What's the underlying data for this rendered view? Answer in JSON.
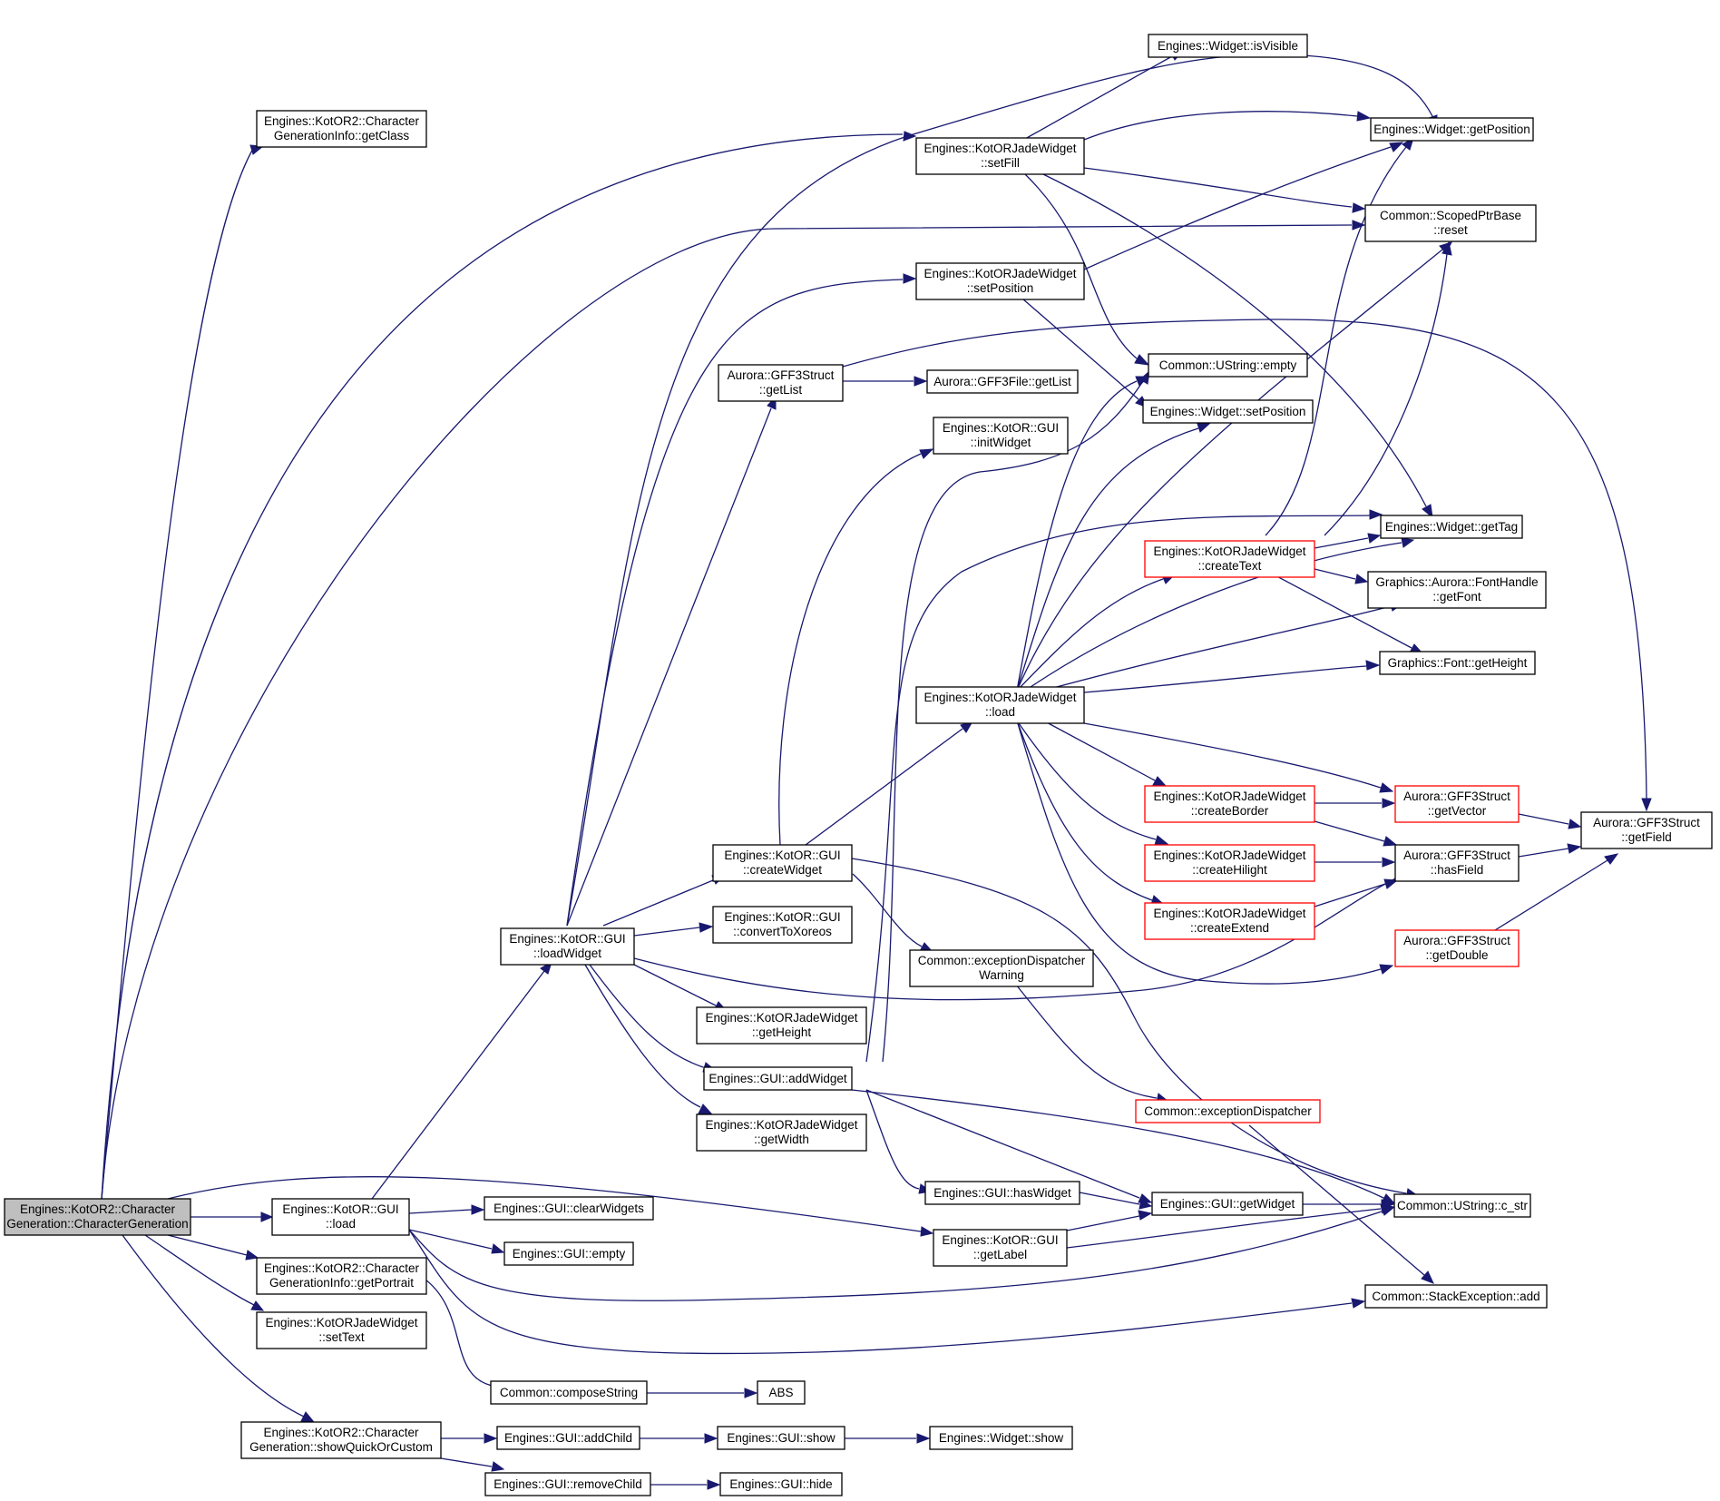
{
  "colors": {
    "edge": "#191970",
    "node_border": "#000000",
    "node_border_truncated": "#ff0000",
    "root_fill": "#bfbfbf",
    "node_fill": "#ffffff"
  },
  "nodes": {
    "n_root": {
      "lines": [
        "Engines::KotOR2::Character",
        "Generation::CharacterGeneration"
      ]
    },
    "n_getclass": {
      "lines": [
        "Engines::KotOR2::Character",
        "GenerationInfo::getClass"
      ]
    },
    "n_load": {
      "lines": [
        "Engines::KotOR::GUI",
        "::load"
      ]
    },
    "n_getportrait": {
      "lines": [
        "Engines::KotOR2::Character",
        "GenerationInfo::getPortrait"
      ]
    },
    "n_settext": {
      "lines": [
        "Engines::KotORJadeWidget",
        "::setText"
      ]
    },
    "n_showquick": {
      "lines": [
        "Engines::KotOR2::Character",
        "Generation::showQuickOrCustom"
      ]
    },
    "n_clearwidgets": {
      "lines": [
        "Engines::GUI::clearWidgets"
      ]
    },
    "n_guiempty": {
      "lines": [
        "Engines::GUI::empty"
      ]
    },
    "n_loadwidget": {
      "lines": [
        "Engines::KotOR::GUI",
        "::loadWidget"
      ]
    },
    "n_getlist": {
      "lines": [
        "Aurora::GFF3Struct",
        "::getList"
      ]
    },
    "n_createwidget": {
      "lines": [
        "Engines::KotOR::GUI",
        "::createWidget"
      ]
    },
    "n_convert": {
      "lines": [
        "Engines::KotOR::GUI",
        "::convertToXoreos"
      ]
    },
    "n_getheight": {
      "lines": [
        "Engines::KotORJadeWidget",
        "::getHeight"
      ]
    },
    "n_addwidget": {
      "lines": [
        "Engines::GUI::addWidget"
      ]
    },
    "n_getwidth": {
      "lines": [
        "Engines::KotORJadeWidget",
        "::getWidth"
      ]
    },
    "n_compose": {
      "lines": [
        "Common::composeString"
      ]
    },
    "n_abs": {
      "lines": [
        "ABS"
      ]
    },
    "n_addchild": {
      "lines": [
        "Engines::GUI::addChild"
      ]
    },
    "n_removechild": {
      "lines": [
        "Engines::GUI::removeChild"
      ]
    },
    "n_guishow": {
      "lines": [
        "Engines::GUI::show"
      ]
    },
    "n_guihide": {
      "lines": [
        "Engines::GUI::hide"
      ]
    },
    "n_widgetshow": {
      "lines": [
        "Engines::Widget::show"
      ]
    },
    "n_setfill": {
      "lines": [
        "Engines::KotORJadeWidget",
        "::setFill"
      ]
    },
    "n_setposition": {
      "lines": [
        "Engines::KotORJadeWidget",
        "::setPosition"
      ]
    },
    "n_filegetlist": {
      "lines": [
        "Aurora::GFF3File::getList"
      ]
    },
    "n_initwidget": {
      "lines": [
        "Engines::KotOR::GUI",
        "::initWidget"
      ]
    },
    "n_jadeload": {
      "lines": [
        "Engines::KotORJadeWidget",
        "::load"
      ]
    },
    "n_excwarn": {
      "lines": [
        "Common::exceptionDispatcher",
        "Warning"
      ]
    },
    "n_haswidget": {
      "lines": [
        "Engines::GUI::hasWidget"
      ]
    },
    "n_getlabel": {
      "lines": [
        "Engines::KotOR::GUI",
        "::getLabel"
      ]
    },
    "n_isvisible": {
      "lines": [
        "Engines::Widget::isVisible"
      ]
    },
    "n_ustrempty": {
      "lines": [
        "Common::UString::empty"
      ]
    },
    "n_wsetposition": {
      "lines": [
        "Engines::Widget::setPosition"
      ]
    },
    "n_createtext": {
      "lines": [
        "Engines::KotORJadeWidget",
        "::createText"
      ]
    },
    "n_createborder": {
      "lines": [
        "Engines::KotORJadeWidget",
        "::createBorder"
      ]
    },
    "n_createhilight": {
      "lines": [
        "Engines::KotORJadeWidget",
        "::createHilight"
      ]
    },
    "n_createextend": {
      "lines": [
        "Engines::KotORJadeWidget",
        "::createExtend"
      ]
    },
    "n_excdisp": {
      "lines": [
        "Common::exceptionDispatcher"
      ]
    },
    "n_getwidget": {
      "lines": [
        "Engines::GUI::getWidget"
      ]
    },
    "n_getposition": {
      "lines": [
        "Engines::Widget::getPosition"
      ]
    },
    "n_reset": {
      "lines": [
        "Common::ScopedPtrBase",
        "::reset"
      ]
    },
    "n_gettag": {
      "lines": [
        "Engines::Widget::getTag"
      ]
    },
    "n_getfont": {
      "lines": [
        "Graphics::Aurora::FontHandle",
        "::getFont"
      ]
    },
    "n_fontheight": {
      "lines": [
        "Graphics::Font::getHeight"
      ]
    },
    "n_getvector": {
      "lines": [
        "Aurora::GFF3Struct",
        "::getVector"
      ]
    },
    "n_hasfield": {
      "lines": [
        "Aurora::GFF3Struct",
        "::hasField"
      ]
    },
    "n_getdouble": {
      "lines": [
        "Aurora::GFF3Struct",
        "::getDouble"
      ]
    },
    "n_cstr": {
      "lines": [
        "Common::UString::c_str"
      ]
    },
    "n_stackadd": {
      "lines": [
        "Common::StackException::add"
      ]
    },
    "n_getfield": {
      "lines": [
        "Aurora::GFF3Struct",
        "::getField"
      ]
    }
  },
  "edges": [
    [
      "n_root",
      "n_getclass"
    ],
    [
      "n_root",
      "n_load"
    ],
    [
      "n_root",
      "n_getportrait"
    ],
    [
      "n_root",
      "n_settext"
    ],
    [
      "n_root",
      "n_showquick"
    ],
    [
      "n_root",
      "n_setfill"
    ],
    [
      "n_root",
      "n_getlabel"
    ],
    [
      "n_root",
      "n_reset"
    ],
    [
      "n_load",
      "n_clearwidgets"
    ],
    [
      "n_load",
      "n_guiempty"
    ],
    [
      "n_load",
      "n_loadwidget"
    ],
    [
      "n_load",
      "n_cstr"
    ],
    [
      "n_load",
      "n_stackadd"
    ],
    [
      "n_getportrait",
      "n_compose"
    ],
    [
      "n_compose",
      "n_abs"
    ],
    [
      "n_showquick",
      "n_addchild"
    ],
    [
      "n_showquick",
      "n_removechild"
    ],
    [
      "n_addchild",
      "n_guishow"
    ],
    [
      "n_removechild",
      "n_guihide"
    ],
    [
      "n_guishow",
      "n_widgetshow"
    ],
    [
      "n_loadwidget",
      "n_getposition"
    ],
    [
      "n_loadwidget",
      "n_setposition"
    ],
    [
      "n_loadwidget",
      "n_getlist"
    ],
    [
      "n_loadwidget",
      "n_createwidget"
    ],
    [
      "n_loadwidget",
      "n_convert"
    ],
    [
      "n_loadwidget",
      "n_getheight"
    ],
    [
      "n_loadwidget",
      "n_addwidget"
    ],
    [
      "n_loadwidget",
      "n_getwidth"
    ],
    [
      "n_loadwidget",
      "n_hasfield"
    ],
    [
      "n_getlist",
      "n_filegetlist"
    ],
    [
      "n_getlist",
      "n_getfield"
    ],
    [
      "n_createwidget",
      "n_initwidget"
    ],
    [
      "n_createwidget",
      "n_jadeload"
    ],
    [
      "n_createwidget",
      "n_excwarn"
    ],
    [
      "n_createwidget",
      "n_cstr"
    ],
    [
      "n_addwidget",
      "n_ustrempty"
    ],
    [
      "n_addwidget",
      "n_gettag"
    ],
    [
      "n_addwidget",
      "n_haswidget"
    ],
    [
      "n_addwidget",
      "n_getwidget"
    ],
    [
      "n_addwidget",
      "n_cstr"
    ],
    [
      "n_excwarn",
      "n_excdisp"
    ],
    [
      "n_excdisp",
      "n_stackadd"
    ],
    [
      "n_haswidget",
      "n_getwidget"
    ],
    [
      "n_getwidget",
      "n_cstr"
    ],
    [
      "n_getlabel",
      "n_getwidget"
    ],
    [
      "n_getlabel",
      "n_cstr"
    ],
    [
      "n_setfill",
      "n_isvisible"
    ],
    [
      "n_setfill",
      "n_getposition"
    ],
    [
      "n_setfill",
      "n_reset"
    ],
    [
      "n_setfill",
      "n_ustrempty"
    ],
    [
      "n_setfill",
      "n_gettag"
    ],
    [
      "n_setposition",
      "n_getposition"
    ],
    [
      "n_setposition",
      "n_wsetposition"
    ],
    [
      "n_jadeload",
      "n_ustrempty"
    ],
    [
      "n_jadeload",
      "n_wsetposition"
    ],
    [
      "n_jadeload",
      "n_reset"
    ],
    [
      "n_jadeload",
      "n_createtext"
    ],
    [
      "n_jadeload",
      "n_gettag"
    ],
    [
      "n_jadeload",
      "n_getfont"
    ],
    [
      "n_jadeload",
      "n_fontheight"
    ],
    [
      "n_jadeload",
      "n_getvector"
    ],
    [
      "n_jadeload",
      "n_createborder"
    ],
    [
      "n_jadeload",
      "n_createhilight"
    ],
    [
      "n_jadeload",
      "n_createextend"
    ],
    [
      "n_jadeload",
      "n_getdouble"
    ],
    [
      "n_createtext",
      "n_getposition"
    ],
    [
      "n_createtext",
      "n_reset"
    ],
    [
      "n_createtext",
      "n_gettag"
    ],
    [
      "n_createtext",
      "n_getfont"
    ],
    [
      "n_createtext",
      "n_fontheight"
    ],
    [
      "n_createborder",
      "n_getvector"
    ],
    [
      "n_createborder",
      "n_hasfield"
    ],
    [
      "n_createhilight",
      "n_hasfield"
    ],
    [
      "n_createextend",
      "n_hasfield"
    ],
    [
      "n_getvector",
      "n_getfield"
    ],
    [
      "n_hasfield",
      "n_getfield"
    ],
    [
      "n_getdouble",
      "n_getfield"
    ]
  ]
}
